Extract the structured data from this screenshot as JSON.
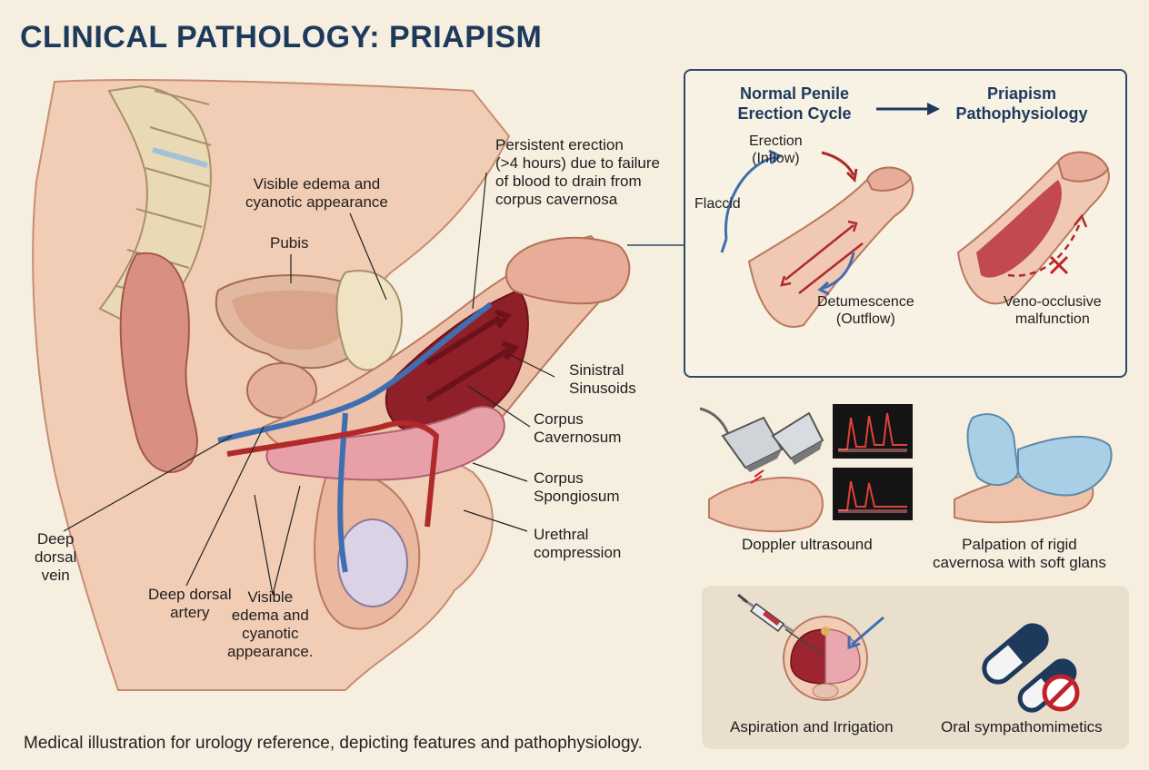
{
  "title": "CLINICAL PATHOLOGY: PRIAPISM",
  "caption": "Medical illustration for urology reference, depicting features and pathophysiology.",
  "anatomy_labels": {
    "persistent_erection": [
      "Persistent erection",
      "(>4 hours) due to failure",
      "of blood to drain from",
      "corpus cavernosa"
    ],
    "edema_top": [
      "Visible edema and",
      "cyanotic appearance"
    ],
    "pubis": "Pubis",
    "sinistral_sinusoids": [
      "Sinistral",
      "Sinusoids"
    ],
    "corpus_cavernosum": [
      "Corpus",
      "Cavernosum"
    ],
    "corpus_spongiosum": [
      "Corpus",
      "Spongiosum"
    ],
    "urethral_compression": [
      "Urethral",
      "compression"
    ],
    "deep_dorsal_vein": [
      "Deep",
      "dorsal",
      "vein"
    ],
    "deep_dorsal_artery": [
      "Deep dorsal",
      "artery"
    ],
    "edema_bottom": [
      "Visible",
      "edema and",
      "cyanotic",
      "appearance."
    ]
  },
  "cycle_panel": {
    "normal_title": [
      "Normal Penile",
      "Erection Cycle"
    ],
    "priapism_title": [
      "Priapism",
      "Pathophysiology"
    ],
    "erection": [
      "Erection",
      "(Inflow)"
    ],
    "flaccid": "Flaccid",
    "detumescence": [
      "Detumescence",
      "(Outflow)"
    ],
    "veno_occlusive": [
      "Veno-occlusive",
      "malfunction"
    ]
  },
  "diagnosis": {
    "doppler": "Doppler ultrasound",
    "palpation": [
      "Palpation of rigid",
      "cavernosa with soft glans"
    ]
  },
  "treatment": {
    "aspiration": "Aspiration and Irrigation",
    "oral": "Oral sympathomimetics"
  },
  "colors": {
    "title": "#1d3a5c",
    "panel_border": "#2b4a6a",
    "artery": "#b02a2a",
    "vein": "#3f6fb0",
    "tissue": "#eebfa8",
    "engorged": "#8f1f28",
    "background": "#f6efe0"
  }
}
